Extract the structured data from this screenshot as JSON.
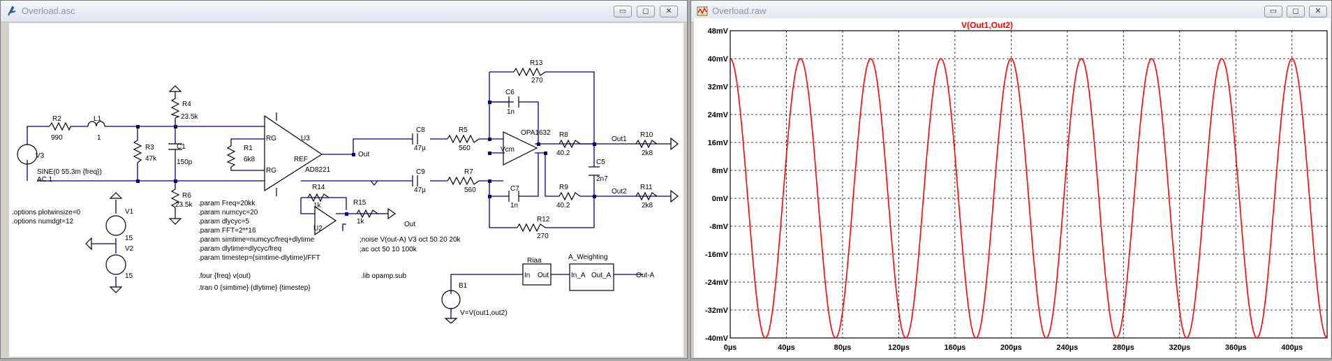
{
  "schematic_window": {
    "title": "Overload.asc",
    "buttons": {
      "minimize": "▭",
      "maximize": "◻",
      "close": "✕"
    },
    "components": {
      "v3": {
        "name": "V3",
        "value": "SINE(0 55.3m {freq})",
        "ac": "AC 1"
      },
      "r2": {
        "name": "R2",
        "value": "990"
      },
      "l1": {
        "name": "L1",
        "value": "1"
      },
      "r3": {
        "name": "R3",
        "value": "47k"
      },
      "r4": {
        "name": "R4",
        "value": "23.5k"
      },
      "c1": {
        "name": "C1",
        "value": "150p"
      },
      "r6": {
        "name": "R6",
        "value": "23.5k"
      },
      "r1": {
        "name": "R1",
        "value": "6k8"
      },
      "u3": {
        "name": "U3",
        "part": "AD8221",
        "pins": [
          "RG",
          "RG",
          "REF"
        ]
      },
      "out_label": "Out",
      "c8": {
        "name": "C8",
        "value": "47µ"
      },
      "c9": {
        "name": "C9",
        "value": "47µ"
      },
      "r5": {
        "name": "R5",
        "value": "560"
      },
      "r7": {
        "name": "R7",
        "value": "560"
      },
      "r13": {
        "name": "R13",
        "value": "270"
      },
      "c6": {
        "name": "C6",
        "value": "1n"
      },
      "c7": {
        "name": "C7",
        "value": "1n"
      },
      "opamp_part": "OPA1632",
      "vcm": "Vcm",
      "r8": {
        "name": "R8",
        "value": "40.2"
      },
      "r9": {
        "name": "R9",
        "value": "40.2"
      },
      "c5": {
        "name": "C5",
        "value": "2n7"
      },
      "r12": {
        "name": "R12",
        "value": "270"
      },
      "r10": {
        "name": "R10",
        "value": "2k8"
      },
      "r11": {
        "name": "R11",
        "value": "2k8"
      },
      "out1": "Out1",
      "out2": "Out2",
      "v1": {
        "name": "V1",
        "value": "15"
      },
      "v2": {
        "name": "V2",
        "value": "15"
      },
      "r14": {
        "name": "R14",
        "value": "1k"
      },
      "r15": {
        "name": "R15",
        "value": "1k"
      },
      "u2": "U2",
      "out_small": "Out",
      "riaa": {
        "name": "Riaa",
        "pin_in": "In",
        "pin_out": "Out"
      },
      "a_weighting": {
        "name": "A_Weighting",
        "pin_in": "In_A",
        "pin_out": "Out_A"
      },
      "out_a": "Out-A",
      "b1": {
        "name": "B1",
        "expr": "V=V(out1,out2)"
      }
    },
    "directives_left": [
      ".options plotwinsize=0",
      ".options numdgt=12"
    ],
    "directives_params": [
      ".param Freq=20kk",
      ".param numcyc=20",
      ".param dlycyc=5",
      ".param FFT=2**16",
      ".param simtime=numcyc/freq+dlytime",
      ".param dlytime=dlycyc/freq",
      ".param timestep=(simtime-dlytime)/FFT"
    ],
    "directive_noise": ";noise V(out-A) V3 oct 50 20 20k",
    "directive_ac": ";ac oct 50 10 100k",
    "directive_four": ".four {freq} v(out)",
    "directive_lib": ".lib opamp.sub",
    "directive_tran": ".tran 0 {simtime} {dlytime} {timestep}"
  },
  "waveform_window": {
    "title": "Overload.raw",
    "buttons": {
      "minimize": "▭",
      "maximize": "◻",
      "close": "✕"
    }
  },
  "chart_data": {
    "type": "line",
    "title": "V(Out1,Out2)",
    "series": [
      {
        "name": "V(Out1,Out2)",
        "color": "#ff0000",
        "amplitude_mV": 40,
        "period_us": 50,
        "phase_start": "peak"
      }
    ],
    "x_ticks": [
      "0µs",
      "40µs",
      "80µs",
      "120µs",
      "160µs",
      "200µs",
      "240µs",
      "280µs",
      "320µs",
      "360µs",
      "400µs"
    ],
    "x_tick_values_us": [
      0,
      40,
      80,
      120,
      160,
      200,
      240,
      280,
      320,
      360,
      400
    ],
    "y_ticks": [
      "48mV",
      "40mV",
      "32mV",
      "24mV",
      "16mV",
      "8mV",
      "0mV",
      "-8mV",
      "-16mV",
      "-24mV",
      "-32mV",
      "-40mV"
    ],
    "y_tick_values_mV": [
      48,
      40,
      32,
      24,
      16,
      8,
      0,
      -8,
      -16,
      -24,
      -32,
      -40
    ],
    "xlim_us": [
      0,
      425
    ],
    "ylim_mV": [
      -40,
      48
    ],
    "grid": true,
    "colors": {
      "grid": "#000000",
      "trace": "#ff0000",
      "label": "#ff0000"
    }
  }
}
